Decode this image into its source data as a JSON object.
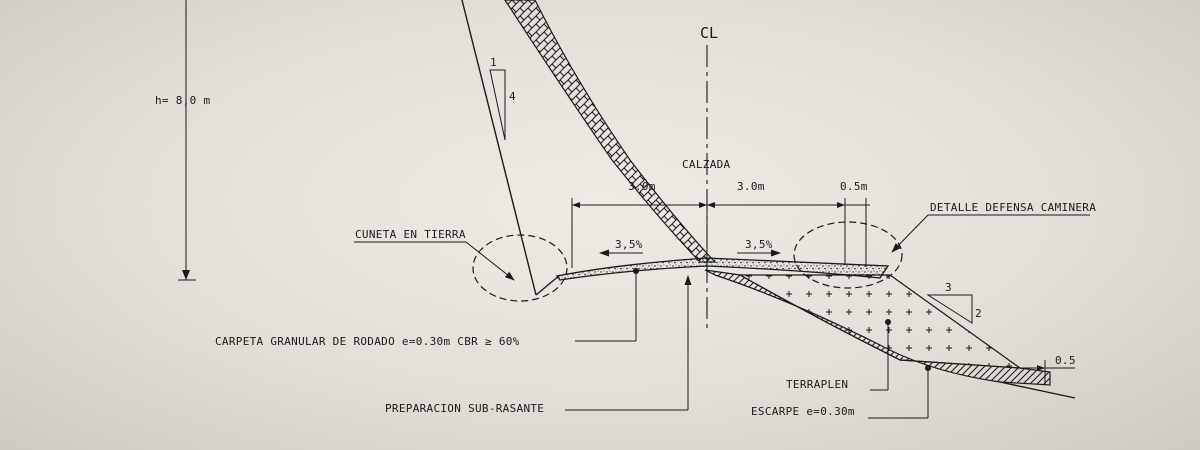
{
  "drawing": {
    "centerline_symbol": "CL",
    "height_label": "h= 8,0 m",
    "slope_cut": {
      "rise": "1",
      "run": "4"
    },
    "slope_fill": {
      "run": "3",
      "rise": "2"
    },
    "roadway_label": "CALZADA",
    "dim_left": "3.0m",
    "dim_right": "3.0m",
    "dim_shoulder": "0.5m",
    "grade_left": "3,5%",
    "grade_right": "3,5%",
    "dim_toe": "0.5",
    "callouts": {
      "cuneta": "CUNETA EN TIERRA",
      "defensa": "DETALLE DEFENSA CAMINERA",
      "carpeta": "CARPETA GRANULAR DE RODADO e=0.30m CBR ≥ 60%",
      "subrasante": "PREPARACION SUB-RASANTE",
      "terraplen": "TERRAPLEN",
      "escarpe": "ESCARPE e=0.30m"
    }
  },
  "colors": {
    "paper": "#e8e5df",
    "ink": "#1a1a1a"
  }
}
